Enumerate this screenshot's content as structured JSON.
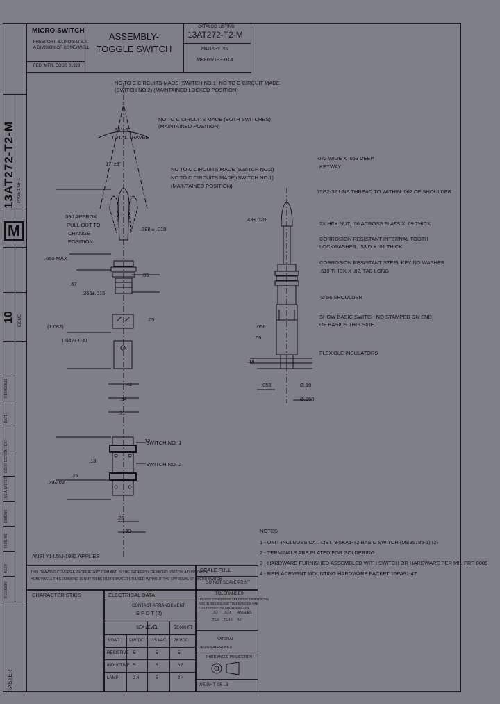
{
  "title_block": {
    "company": "MICRO SWITCH",
    "company_line2": "FREEPORT, ILLINOIS U.S.A.",
    "company_line3": "A DIVISION OF HONEYWELL",
    "code_line": "FED. MFR. CODE 91929",
    "title": "ASSEMBLY-\nTOGGLE SWITCH",
    "catalog_label": "CATALOG LISTING",
    "catalog_number": "13AT272-T2-M",
    "military_label": "MILITARY P/N",
    "military_number": "M8805/133-014"
  },
  "side_strip": {
    "part_number": "13AT272-T2-M",
    "page": "PAGE 1 OF 1",
    "logo_letter": "M",
    "issue_number": "10",
    "issue_label": "ISSUE",
    "raster": "RASTER",
    "revisions": [
      {
        "label": "REVISIONS"
      },
      {
        "label": "DATE"
      },
      {
        "label": "TEXT"
      },
      {
        "label": "CORR ECTION"
      },
      {
        "label": "NEW NOTES"
      },
      {
        "label": "DIMENS"
      },
      {
        "label": "OUTLINE"
      },
      {
        "label": "ASSY"
      },
      {
        "label": "REVISION"
      }
    ]
  },
  "left_view": {
    "callouts": [
      "NO TO C CIRCUITS MADE (SWITCH NO.1) NO TO C CIRCUIT MADE",
      "(SWITCH NO.2) (MAINTAINED LOCKED POSITION)",
      "NO TO C CIRCUITS MADE (BOTH SWITCHES)",
      "(MAINTAINED POSITION)",
      "NO TO C CIRCUITS MADE (SWITCH NO.2)",
      "NC TO C CIRCUITS MADE (SWITCH NO.1)",
      "(MAINTAINED POSITION)"
    ],
    "travel": "34°±6°",
    "travel_label": "TOTAL TRAVEL",
    "angle": "17°±3°",
    "pullout": [
      ".090 APPROX",
      "PULL OUT TO",
      "CHANGE",
      "POSITION"
    ],
    "dim_388": ".388 ± .010",
    "dim_650": ".650 MAX",
    "dim_47": ".47",
    "dim_265": ".265±.015",
    "dim_05a": ".05",
    "dim_05b": ".05",
    "dim_1082": "(1.082)",
    "dim_1047": "1.047±.030",
    "dim_42": ".42",
    "dim_34": ".34",
    "dim_31": ".31",
    "dim_12": ".12",
    "dim_13": ".13",
    "dim_25": ".25",
    "dim_79": ".79±.03",
    "dim_26": ".26",
    "dim_39": ".39",
    "switch1": "SWITCH NO. 1",
    "switch2": "SWITCH NO. 2"
  },
  "right_view": {
    "callouts": [
      ".072 WIDE X .053 DEEP",
      "KEYWAY",
      "15/32-32 UNS THREAD TO WITHIN .062 OF SHOULDER",
      "2X HEX NUT, .56 ACROSS FLATS X .09 THICK",
      "CORROSION RESISTANT INTERNAL TOOTH",
      "LOCKWASHER, .53 D X .01 THICK",
      "CORROSION RESISTANT STEEL KEYING WASHER",
      ".610 THICK X .82, TAB LONG",
      "Ø.56 SHOULDER",
      "SHOW BASIC SWITCH NO STAMPED ON END",
      "OF BASICS THIS SIDE",
      "FLEXIBLE INSULATORS"
    ],
    "dim_43": ".43±.020",
    "dim_058a": ".058",
    "dim_09": ".09",
    "dim_058b": ".058",
    "dim_18": ".18",
    "dim_10": "Ø.10",
    "dim_050": "Ø.050"
  },
  "notes": {
    "title": "NOTES",
    "items": [
      "1 - UNIT INCLUDES CAT. LIST. 9-5KA1-T2 BASIC SWITCH (MS35185-1) (2)",
      "2 - TERMINALS ARE PLATED FOR SOLDERING",
      "3 - HARDWARE FURNISHED ASSEMBLED WITH SWITCH OR HARDWARE PER MIL-PRF-8805",
      "4 - REPLACEMENT MOUNTING HARDWARE PACKET 15PA91-4T"
    ]
  },
  "bottom": {
    "ansi": "ANSI Y14.5M-1982 APPLIES",
    "proprietary": [
      "THIS DRAWING COVERS A PROPRIETARY ITEM AND IS THE PROPERTY OF MICRO SWITCH, A DIVISION OF",
      "HONEYWELL THIS DRAWING IS NOT TO BE REPRODUCED OR USED WITHOUT THE APPROVAL OF MICRO SWITCH"
    ],
    "scale": "SCALE  FULL",
    "do_not_scale": "DO NOT SCALE PRINT",
    "characteristics": "CHARACTERISTICS",
    "electrical": "ELECTRICAL DATA",
    "contact_arrangement": "CONTACT ARRANGEMENT",
    "contact_value": "S P D T (2)",
    "sea_level": "SEA LEVEL",
    "altitude": "50,000 FT",
    "col_load": "LOAD",
    "col_28vdc": "28V DC",
    "col_115vac": "115 VAC",
    "col_28vdc2": "28 VDC",
    "rows": [
      {
        "load": "RESISTIVE",
        "a": "5",
        "b": "5",
        "c": "5"
      },
      {
        "load": "INDUCTIVE",
        "a": "5",
        "b": "5",
        "c": "3.5"
      },
      {
        "load": "LAMP",
        "a": "2.4",
        "b": "5",
        "c": "2.4"
      }
    ],
    "tolerances": "TOLERANCES",
    "tol_lines": [
      "UNLESS OTHERWISE SPECIFIED DIMENSIONS",
      "ARE IN INCHES AND TOLERANCES ARE",
      "FOR FORMAT AS SHOWN BELOW"
    ],
    "tol_cols": [
      ".XX",
      ".XXX",
      "ANGLES"
    ],
    "tol_vals": [
      "±.03",
      "±.010",
      "±2°"
    ],
    "material": "MATERIAL",
    "design_approved": "DESIGN APPROVED",
    "third_angle": "THIRD ANGLE PROJECTION",
    "weight": "WEIGHT   .05 LB"
  }
}
